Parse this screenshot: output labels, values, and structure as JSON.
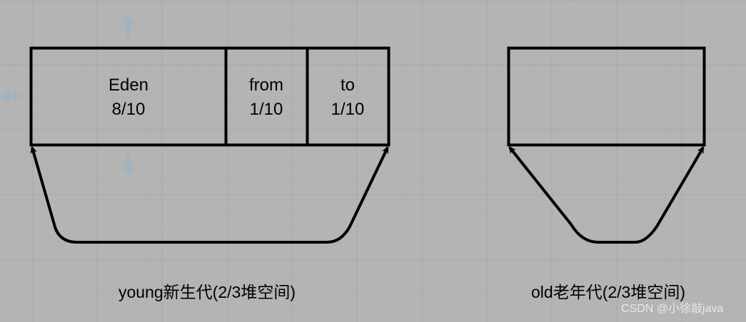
{
  "young": {
    "eden": {
      "name": "Eden",
      "ratio": "8/10"
    },
    "from": {
      "name": "from",
      "ratio": "1/10"
    },
    "to": {
      "name": "to",
      "ratio": "1/10"
    },
    "caption": "young新生代(2/3堆空间)"
  },
  "old": {
    "caption": "old老年代(2/3堆空间)"
  },
  "watermark": "CSDN @小徐敲java",
  "colors": {
    "background": "#b4b4b4",
    "stroke": "#000000",
    "grid": "#a8a8a8",
    "handle": "#9fb4c2"
  }
}
